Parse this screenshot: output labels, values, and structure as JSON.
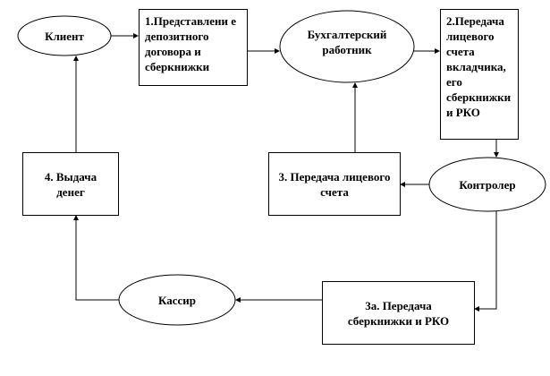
{
  "nodes": {
    "client": "Клиент",
    "step1": "1.Представлени е депозитного договора и сберкнижки",
    "accountant": "Бухгалтерский работник",
    "step2": "2.Передача лицевого счета вкладчика, его сберкнижки и РКО",
    "step4": "4. Выдача денег",
    "step3": "3. Передача лицевого счета",
    "controller": "Контролер",
    "cashier": "Кассир",
    "step3a": "3а. Передача сберкнижки и РКО"
  }
}
